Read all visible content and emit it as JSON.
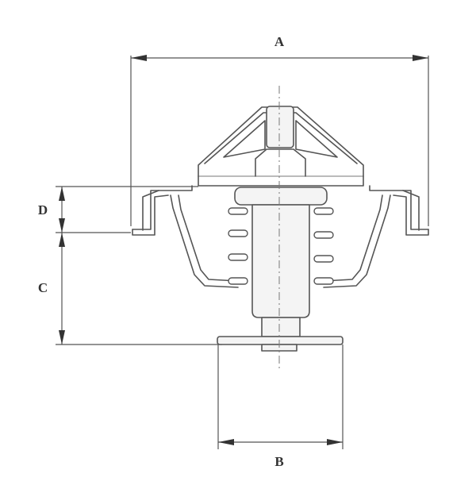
{
  "dimensions": {
    "a_label": "A",
    "b_label": "B",
    "c_label": "C",
    "d_label": "D"
  },
  "colors": {
    "line": "#555555",
    "label": "#333333",
    "background": "#ffffff"
  }
}
